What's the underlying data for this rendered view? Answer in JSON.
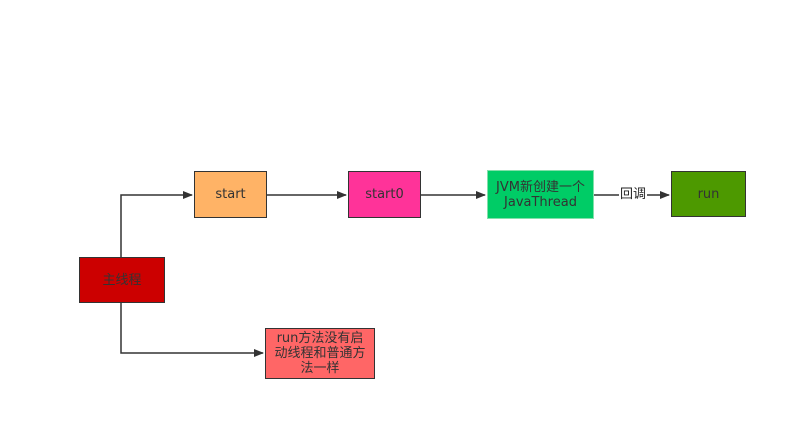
{
  "nodes": {
    "main_thread": {
      "label": "主线程",
      "fill": "#CC0000",
      "text_color": "#333333"
    },
    "start": {
      "label": "start",
      "fill": "#FFB366",
      "text_color": "#333333"
    },
    "start0": {
      "label": "start0",
      "fill": "#FF3399",
      "text_color": "#333333"
    },
    "jvm_create": {
      "label": "JVM新创建一个JavaThread",
      "fill": "#00CC66",
      "border": "#82E0AA",
      "text_color": "#333333"
    },
    "run": {
      "label": "run",
      "fill": "#4D9900",
      "text_color": "#333333"
    },
    "run_method": {
      "label": "run方法没有启动线程和普通方法一样",
      "fill": "#FF6666",
      "text_color": "#333333"
    }
  },
  "edges": {
    "callback_label": "回调"
  },
  "colors": {
    "line": "#333333"
  }
}
